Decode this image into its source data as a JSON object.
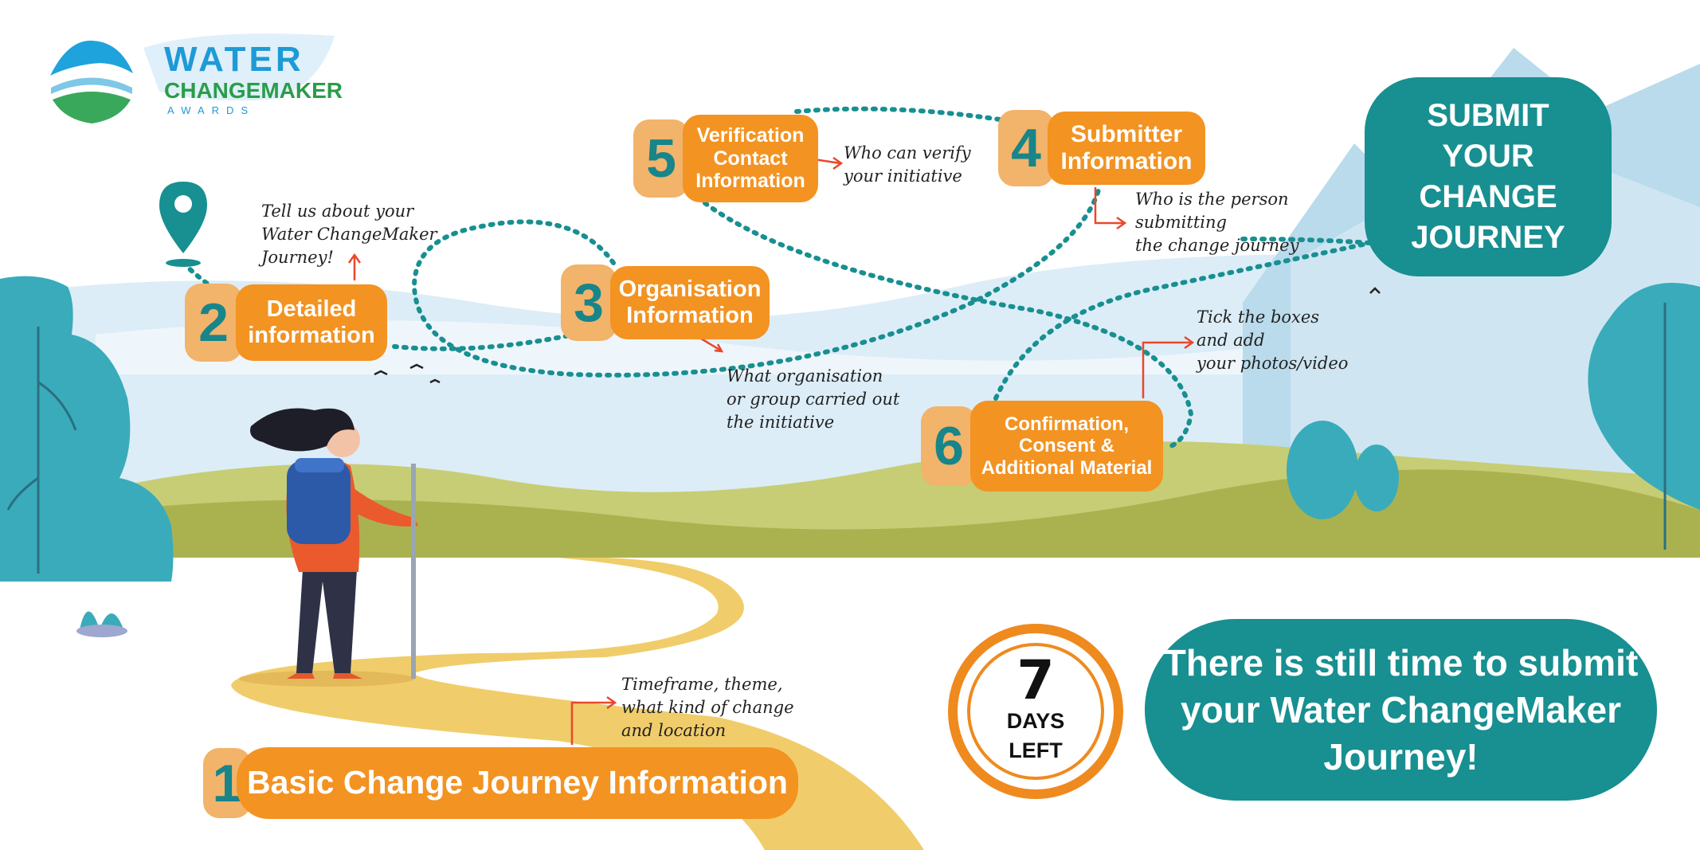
{
  "logo": {
    "line1": "WATER",
    "line2": "CHANGEMAKER",
    "line3": "AWARDS"
  },
  "steps": [
    {
      "number": "1",
      "label": "Basic Change Journey Information"
    },
    {
      "number": "2",
      "label": "Detailed\ninformation"
    },
    {
      "number": "3",
      "label": "Organisation\nInformation"
    },
    {
      "number": "4",
      "label": "Submitter\nInformation"
    },
    {
      "number": "5",
      "label": "Verification\nContact\nInformation"
    },
    {
      "number": "6",
      "label": "Confirmation,\nConsent &\nAdditional Material"
    }
  ],
  "notes": {
    "step1": "Timeframe, theme,\nwhat kind of change\nand location",
    "step2": "Tell us about your\nWater ChangeMaker\nJourney!",
    "step3": "What organisation\nor group carried out\nthe initiative",
    "step4": "Who is the person\nsubmitting\nthe change journey",
    "step5": "Who can verify\nyour initiative",
    "step6": "Tick the boxes\nand add\nyour photos/video"
  },
  "submit_label": "SUBMIT\nYOUR\nCHANGE\nJOURNEY",
  "countdown": {
    "number": "7",
    "unit_line1": "DAYS",
    "unit_line2": "LEFT"
  },
  "reminder": "There is still time to submit\nyour Water ChangeMaker\nJourney!",
  "colors": {
    "orange": "#f39322",
    "orange_light": "#f2b36a",
    "teal": "#188f91",
    "sky": "#d9ecf6",
    "hill_green": "#b6bf5e",
    "path_yellow": "#f0cd6a"
  }
}
